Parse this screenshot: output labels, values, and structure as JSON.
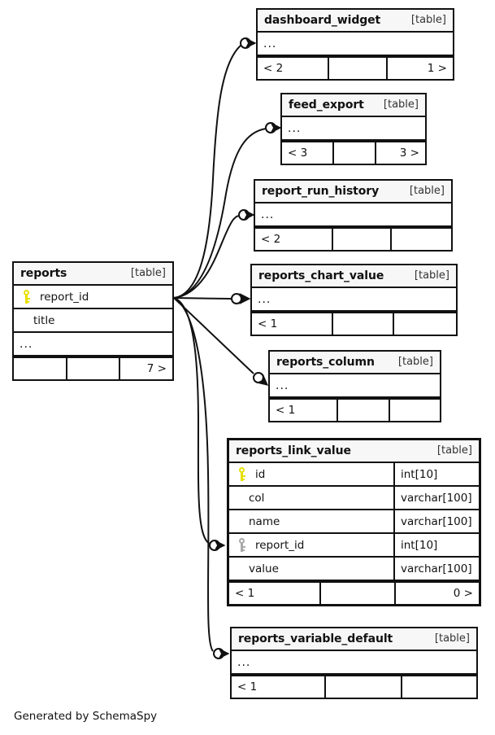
{
  "diagram": {
    "tool_credit": "Generated by SchemaSpy",
    "kind_label": "[table]",
    "ellipsis": "...",
    "pk_icon": "key-icon-primary",
    "fk_icon": "key-icon-foreign"
  },
  "tables": [
    {
      "id": "reports",
      "name": "reports",
      "kind": "[table]",
      "columns": [
        {
          "name": "report_id",
          "type": "",
          "key": "pk"
        },
        {
          "name": "title",
          "type": "",
          "key": "none"
        }
      ],
      "has_ellipsis_row": true,
      "footer": {
        "left": "",
        "center": "",
        "right": "7 >"
      }
    },
    {
      "id": "dashboard_widget",
      "name": "dashboard_widget",
      "kind": "[table]",
      "columns": [],
      "has_ellipsis_row": true,
      "footer": {
        "left": "< 2",
        "center": "",
        "right": "1 >"
      }
    },
    {
      "id": "feed_export",
      "name": "feed_export",
      "kind": "[table]",
      "columns": [],
      "has_ellipsis_row": true,
      "footer": {
        "left": "< 3",
        "center": "",
        "right": "3 >"
      }
    },
    {
      "id": "report_run_history",
      "name": "report_run_history",
      "kind": "[table]",
      "columns": [],
      "has_ellipsis_row": true,
      "footer": {
        "left": "< 2",
        "center": "",
        "right": ""
      }
    },
    {
      "id": "reports_chart_value",
      "name": "reports_chart_value",
      "kind": "[table]",
      "columns": [],
      "has_ellipsis_row": true,
      "footer": {
        "left": "< 1",
        "center": "",
        "right": ""
      }
    },
    {
      "id": "reports_column",
      "name": "reports_column",
      "kind": "[table]",
      "columns": [],
      "has_ellipsis_row": true,
      "footer": {
        "left": "< 1",
        "center": "",
        "right": ""
      }
    },
    {
      "id": "reports_link_value",
      "name": "reports_link_value",
      "kind": "[table]",
      "columns": [
        {
          "name": "id",
          "type": "int[10]",
          "key": "pk"
        },
        {
          "name": "col",
          "type": "varchar[100]",
          "key": "none"
        },
        {
          "name": "name",
          "type": "varchar[100]",
          "key": "none"
        },
        {
          "name": "report_id",
          "type": "int[10]",
          "key": "fk"
        },
        {
          "name": "value",
          "type": "varchar[100]",
          "key": "none"
        }
      ],
      "has_ellipsis_row": false,
      "footer": {
        "left": "< 1",
        "center": "",
        "right": "0 >"
      }
    },
    {
      "id": "reports_variable_default",
      "name": "reports_variable_default",
      "kind": "[table]",
      "columns": [],
      "has_ellipsis_row": true,
      "footer": {
        "left": "< 1",
        "center": "",
        "right": ""
      }
    }
  ],
  "relationships": [
    {
      "from": "reports",
      "to": "dashboard_widget"
    },
    {
      "from": "reports",
      "to": "feed_export"
    },
    {
      "from": "reports",
      "to": "report_run_history"
    },
    {
      "from": "reports",
      "to": "reports_chart_value"
    },
    {
      "from": "reports",
      "to": "reports_column"
    },
    {
      "from": "reports",
      "to": "reports_link_value"
    },
    {
      "from": "reports",
      "to": "reports_variable_default"
    }
  ]
}
